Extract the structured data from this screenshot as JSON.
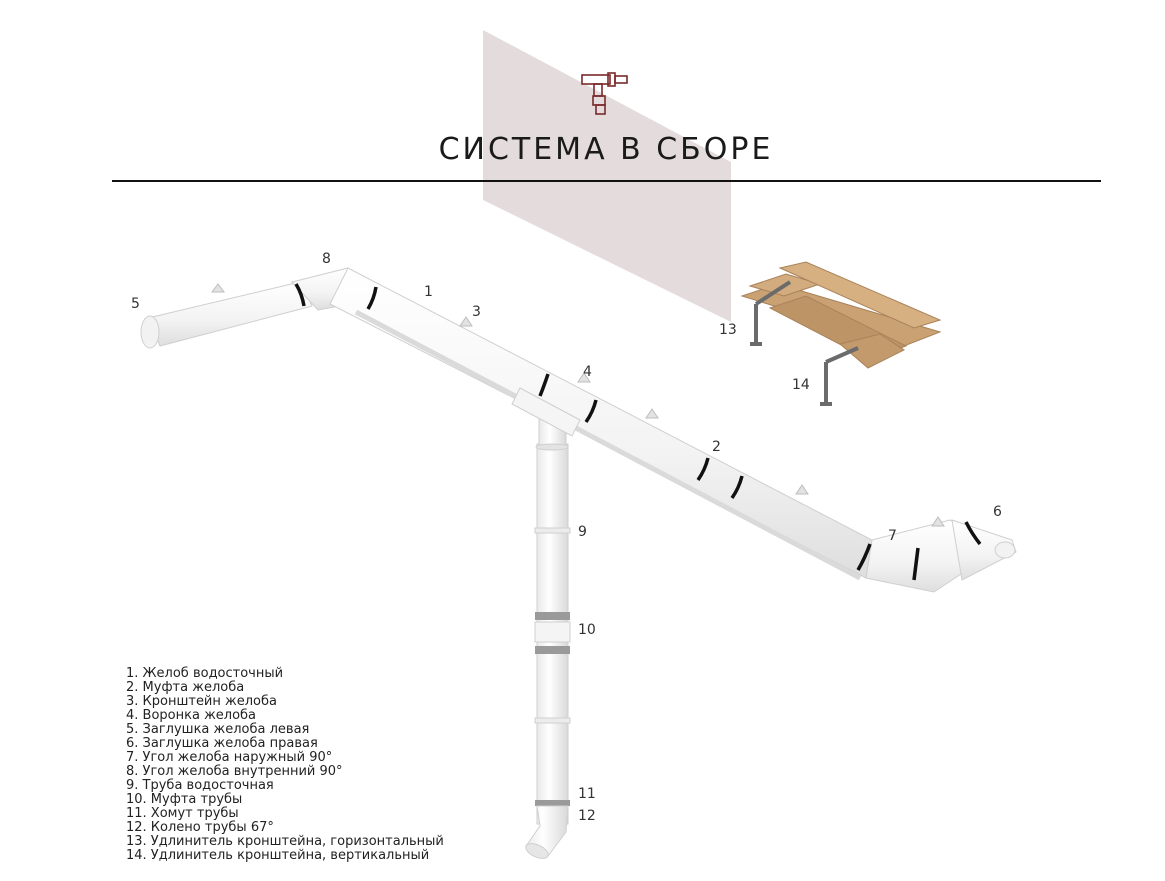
{
  "header": {
    "title": "СИСТЕМА В СБОРЕ",
    "icon": "gutter-system-icon"
  },
  "callouts": [
    {
      "id": "1",
      "label": "1"
    },
    {
      "id": "2",
      "label": "2"
    },
    {
      "id": "3",
      "label": "3"
    },
    {
      "id": "4",
      "label": "4"
    },
    {
      "id": "5",
      "label": "5"
    },
    {
      "id": "6",
      "label": "6"
    },
    {
      "id": "7",
      "label": "7"
    },
    {
      "id": "8",
      "label": "8"
    },
    {
      "id": "9",
      "label": "9"
    },
    {
      "id": "10",
      "label": "10"
    },
    {
      "id": "11",
      "label": "11"
    },
    {
      "id": "12",
      "label": "12"
    },
    {
      "id": "13",
      "label": "13"
    },
    {
      "id": "14",
      "label": "14"
    }
  ],
  "legend": [
    "1. Желоб водосточный",
    "2. Муфта желоба",
    "3. Кронштейн желоба",
    "4. Воронка желоба",
    "5. Заглушка желоба левая",
    "6. Заглушка желоба правая",
    "7. Угол желоба наружный 90°",
    "8. Угол желоба внутренний 90°",
    "9. Труба водосточная",
    "10. Муфта трубы",
    "11. Хомут трубы",
    "12. Колено трубы 67°",
    "13. Удлинитель кронштейна, горизонтальный",
    "14. Удлинитель кронштейна, вертикальный"
  ],
  "colors": {
    "wall": "#e4dcdc",
    "gutter": "#fafafa",
    "gutter_outline": "#cfcfcf",
    "coupling_band": "#111111",
    "wood": "#c9a173",
    "bracket_extender": "#6b6b6b",
    "title_rule": "#111111",
    "icon_stroke": "#7a2a2a"
  }
}
